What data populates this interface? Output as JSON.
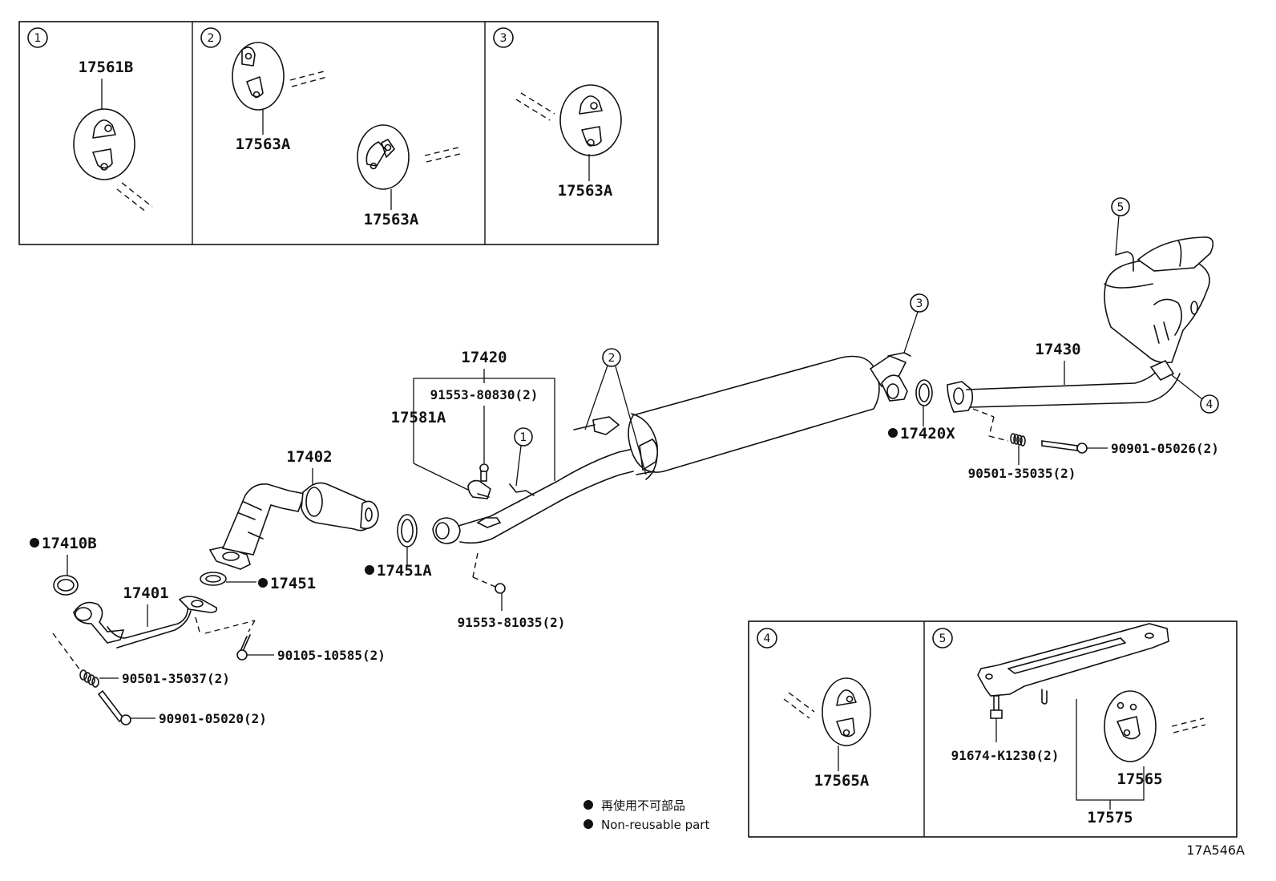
{
  "diagram": {
    "code": "17A546A",
    "legend": {
      "items": [
        {
          "symbol": "filled-circle",
          "text": "再使用不可部品"
        },
        {
          "symbol": "filled-circle",
          "text": "Non-reusable part"
        }
      ]
    },
    "inset_panels_top": [
      {
        "callout": "1",
        "parts": [
          "17561B"
        ]
      },
      {
        "callout": "2",
        "parts": [
          "17563A",
          "17563A"
        ]
      },
      {
        "callout": "3",
        "parts": [
          "17563A"
        ]
      }
    ],
    "inset_panels_bottom": [
      {
        "callout": "4",
        "parts": [
          "17565A"
        ]
      },
      {
        "callout": "5",
        "parts": [
          "91674-K1230(2)",
          "17565",
          "17575"
        ]
      }
    ],
    "main_parts": {
      "p17402": "17402",
      "p17410B": "17410B",
      "p17401": "17401",
      "p17451": "17451",
      "p17451A": "17451A",
      "p17420": "17420",
      "p91553_80830": "91553-80830(2)",
      "p17581A": "17581A",
      "p91553_81035": "91553-81035(2)",
      "p90105_10585": "90105-10585(2)",
      "p90501_35037": "90501-35037(2)",
      "p90901_05020": "90901-05020(2)",
      "p17420X": "17420X",
      "p17430": "17430",
      "p90501_35035": "90501-35035(2)",
      "p90901_05026": "90901-05026(2)"
    },
    "callouts_main": {
      "c1": "1",
      "c2": "2",
      "c3": "3",
      "c4": "4",
      "c5": "5"
    },
    "non_reusable_parts": [
      "17410B",
      "17451",
      "17451A",
      "17420X"
    ]
  }
}
